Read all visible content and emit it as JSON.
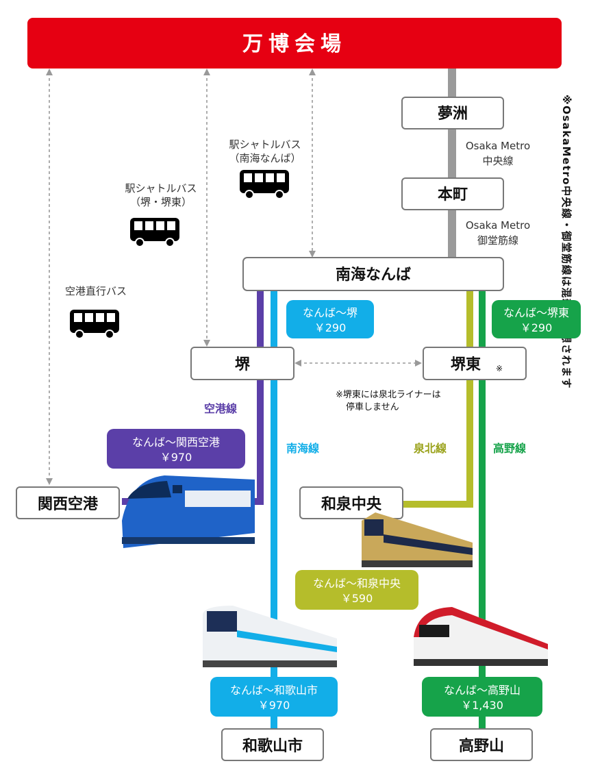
{
  "header": {
    "title": "万博会場"
  },
  "stations": {
    "yumeshima": "夢洲",
    "honmachi": "本町",
    "namba": "南海なんば",
    "sakai": "堺",
    "sakaihigashi": "堺東",
    "kanku": "関西空港",
    "izumichuo": "和泉中央",
    "wakayama": "和歌山市",
    "koya": "高野山"
  },
  "metro": {
    "chuo_line": [
      "Osaka Metro",
      "中央線"
    ],
    "midosuji_line": [
      "Osaka Metro",
      "御堂筋線"
    ],
    "note": "※OsakaMetro中央線・御堂筋線は混雑が予想されます"
  },
  "buses": {
    "shuttle_namba": [
      "駅シャトルバス",
      "（南海なんば）"
    ],
    "shuttle_sakai": [
      "駅シャトルバス",
      "（堺・堺東）"
    ],
    "airport": "空港直行バス"
  },
  "lines": {
    "airport": {
      "name": "空港線",
      "color": "#5b3fa8"
    },
    "nankai": {
      "name": "南海線",
      "color": "#12aee8"
    },
    "senboku": {
      "name": "泉北線",
      "color": "#b5bd2b"
    },
    "koya": {
      "name": "高野線",
      "color": "#16a34a"
    },
    "metro": {
      "color": "#9a9a9a"
    }
  },
  "fares": {
    "sakai": [
      "なんば〜堺",
      "￥290"
    ],
    "sakaihigashi": [
      "なんば〜堺東",
      "￥290"
    ],
    "kanku": [
      "なんば〜関西空港",
      "￥970"
    ],
    "izumichuo": [
      "なんば〜和泉中央",
      "￥590"
    ],
    "wakayama": [
      "なんば〜和歌山市",
      "￥970"
    ],
    "koya": [
      "なんば〜高野山",
      "￥1,430"
    ]
  },
  "notes": {
    "sakaihigashi_mark": "※",
    "liner": [
      "※堺東には泉北ライナーは",
      "停車しません"
    ]
  },
  "colors": {
    "banner": "#e60012",
    "node_border": "#777777"
  },
  "icons": [
    "bus-icon",
    "train-icon"
  ]
}
